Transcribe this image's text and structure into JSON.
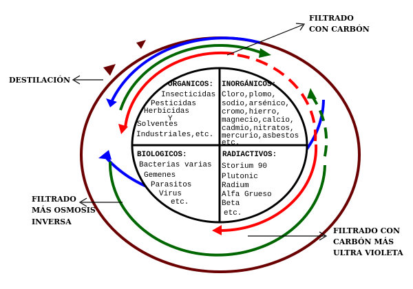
{
  "callouts": {
    "filtrado_carbon": [
      "FILTRADO",
      "CON CARBÓN"
    ],
    "destilacion": "DESTILACIÓN",
    "osmosis": [
      "FILTRADO",
      "MÁS OSMOSIS",
      "INVERSA"
    ],
    "ultravioleta": [
      "FILTRADO CON",
      "CARBÓN MÁS",
      "ULTRA VIOLETA"
    ]
  },
  "quadrants": {
    "organicos": {
      "title": "ORGANICOS:",
      "lines": [
        "Insecticidas",
        "Pesticidas",
        "Herbicidas",
        "Y",
        "Solventes",
        "Industriales,etc."
      ]
    },
    "inorganicos": {
      "title": "INORGÁNICOS:",
      "lines": [
        "Cloro,plomo,",
        "sodio,arsénico,",
        "cromo,hierro,",
        "magnecio,calcio,",
        "cadmio,nitratos,",
        "mercurio,asbestos",
        "etc."
      ]
    },
    "biologicos": {
      "title": "BIOLOGICOS:",
      "lines": [
        "Bacterias varias",
        "Gemenes",
        "Parasitos",
        "Virus",
        "etc."
      ]
    },
    "radiactivos": {
      "title": "RADIACTIVOS:",
      "lines": [
        "Storium 90",
        "Plutonic",
        "Radium",
        "Alfa Grueso",
        "Beta",
        "etc."
      ]
    }
  },
  "colors": {
    "brown": "#6b0000",
    "blue": "#0000ff",
    "green": "#006600",
    "red": "#ff0000",
    "black": "#000000"
  }
}
